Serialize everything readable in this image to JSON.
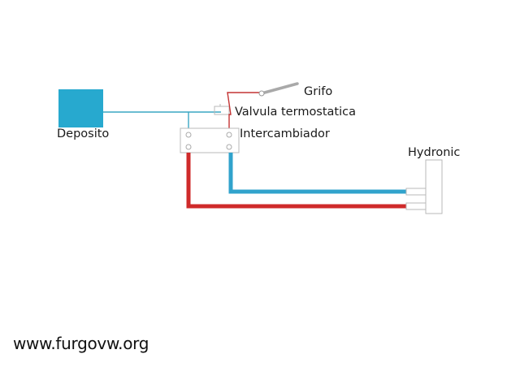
{
  "diagram": {
    "labels": {
      "deposito": "Deposito",
      "grifo": "Grifo",
      "valvula": "Valvula termostatica",
      "intercambiador": "Intercambiador",
      "hydronic": "Hydronic"
    },
    "watermark": "www.furgovw.org",
    "colors": {
      "tank": "#27a9cf",
      "cold_pipe": "#31a3cc",
      "hot_pipe": "#cf2a2a",
      "thin_cold": "#3aa7c4",
      "thin_hot": "#c43333",
      "outline": "#b9b9b9"
    }
  }
}
